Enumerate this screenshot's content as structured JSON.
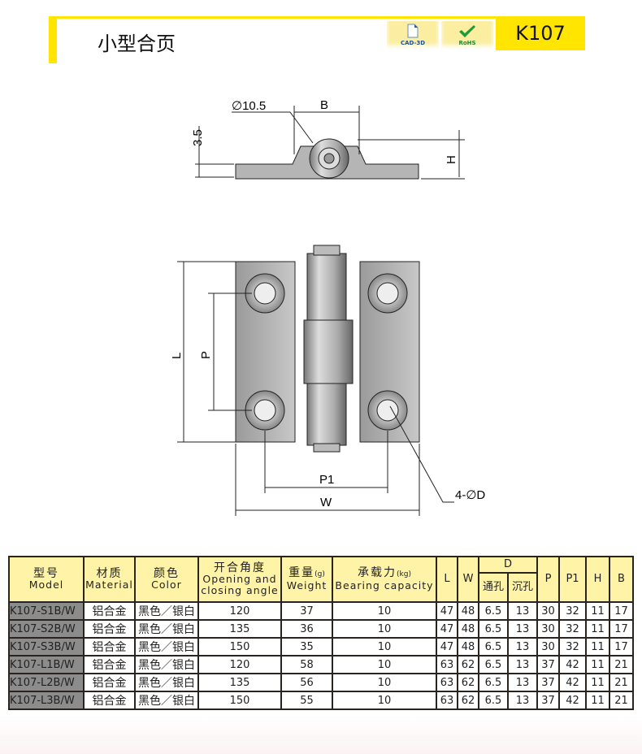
{
  "header": {
    "title": "小型合页",
    "badges": [
      {
        "label": "CAD-3D",
        "icon": "document-icon"
      },
      {
        "label": "RoHS",
        "icon": "checkmark-icon"
      }
    ],
    "model": "K107"
  },
  "drawing": {
    "dims": {
      "phi": "∅10.5",
      "B": "B",
      "h35": "3.5",
      "H": "H",
      "L": "L",
      "P": "P",
      "P1": "P1",
      "W": "W",
      "D": "4-∅D"
    }
  },
  "table": {
    "headers": {
      "model": {
        "cn": "型号",
        "en": "Model"
      },
      "material": {
        "cn": "材质",
        "en": "Material"
      },
      "color": {
        "cn": "颜色",
        "en": "Color"
      },
      "angle": {
        "cn": "开合角度",
        "en1": "Opening and",
        "en2": "closing angle"
      },
      "weight": {
        "cn": "重量",
        "unit": "(g)",
        "en": "Weight"
      },
      "bearing": {
        "cn": "承载力",
        "unit": "(kg)",
        "en": "Bearing capacity"
      },
      "L": "L",
      "W": "W",
      "D": "D",
      "D_through": "通孔",
      "D_counter": "沉孔",
      "P": "P",
      "P1": "P1",
      "H": "H",
      "B": "B"
    },
    "rows": [
      [
        "K107-S1B/W",
        "铝合金",
        "黑色／银白",
        "120",
        "37",
        "10",
        "47",
        "48",
        "6.5",
        "13",
        "30",
        "32",
        "11",
        "17"
      ],
      [
        "K107-S2B/W",
        "铝合金",
        "黑色／银白",
        "135",
        "36",
        "10",
        "47",
        "48",
        "6.5",
        "13",
        "30",
        "32",
        "11",
        "17"
      ],
      [
        "K107-S3B/W",
        "铝合金",
        "黑色／银白",
        "150",
        "35",
        "10",
        "47",
        "48",
        "6.5",
        "13",
        "30",
        "32",
        "11",
        "17"
      ],
      [
        "K107-L1B/W",
        "铝合金",
        "黑色／银白",
        "120",
        "58",
        "10",
        "63",
        "62",
        "6.5",
        "13",
        "37",
        "42",
        "11",
        "21"
      ],
      [
        "K107-L2B/W",
        "铝合金",
        "黑色／银白",
        "135",
        "56",
        "10",
        "63",
        "62",
        "6.5",
        "13",
        "37",
        "42",
        "11",
        "21"
      ],
      [
        "K107-L3B/W",
        "铝合金",
        "黑色／银白",
        "150",
        "55",
        "10",
        "63",
        "62",
        "6.5",
        "13",
        "37",
        "42",
        "11",
        "21"
      ]
    ]
  }
}
